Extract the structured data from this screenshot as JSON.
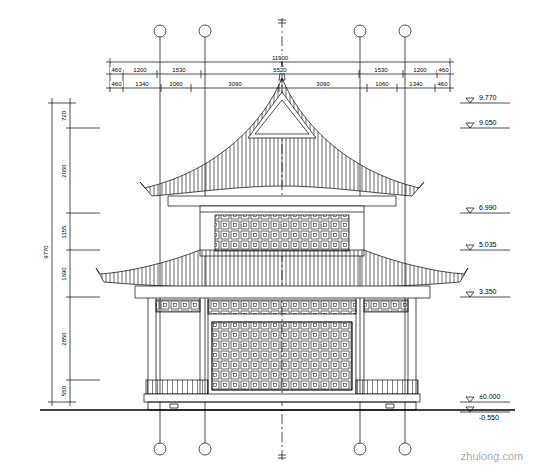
{
  "diagram": {
    "labels": [
      "11900",
      "460",
      "1200",
      "1530",
      "5520",
      "1530",
      "1200",
      "460",
      "460",
      "1340",
      "1060",
      "3090",
      "3090",
      "1060",
      "1340",
      "460",
      "720",
      "2060",
      "1155",
      "1690",
      "2850",
      "550",
      "9770",
      "9.770",
      "9.050",
      "6.990",
      "5.035",
      "3.350",
      "±0.000",
      "-0.550",
      "zhulong.com"
    ]
  }
}
